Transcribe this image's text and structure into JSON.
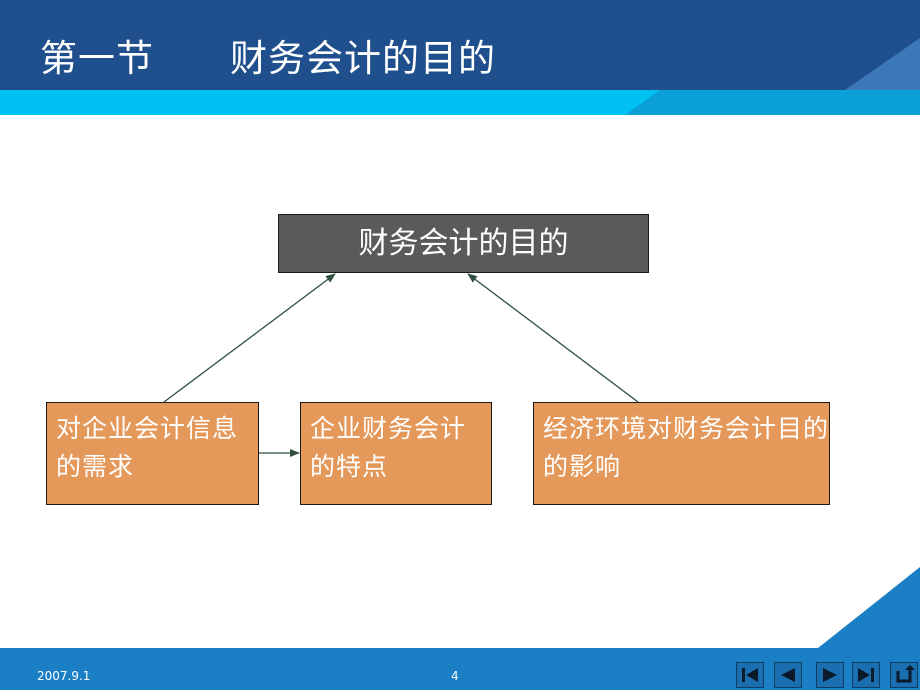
{
  "slide": {
    "title": "第一节　　财务会计的目的"
  },
  "diagram": {
    "top_box": "财务会计的目的",
    "left_box": "对企业会计信息的需求",
    "middle_box": "企业财务会计的特点",
    "right_box": "经济环境对财务会计目的的影响"
  },
  "footer": {
    "date": "2007.9.1",
    "page_number": "4"
  },
  "nav_buttons": [
    "first-slide-icon",
    "previous-slide-icon",
    "next-slide-icon",
    "last-slide-icon",
    "return-icon"
  ],
  "colors": {
    "header_navy": "#1f4f8c",
    "header_cyan": "#00c2f2",
    "cause_box": "#e4995a",
    "target_box": "#5a5a5a",
    "footer_blue": "#1a7fc4"
  }
}
